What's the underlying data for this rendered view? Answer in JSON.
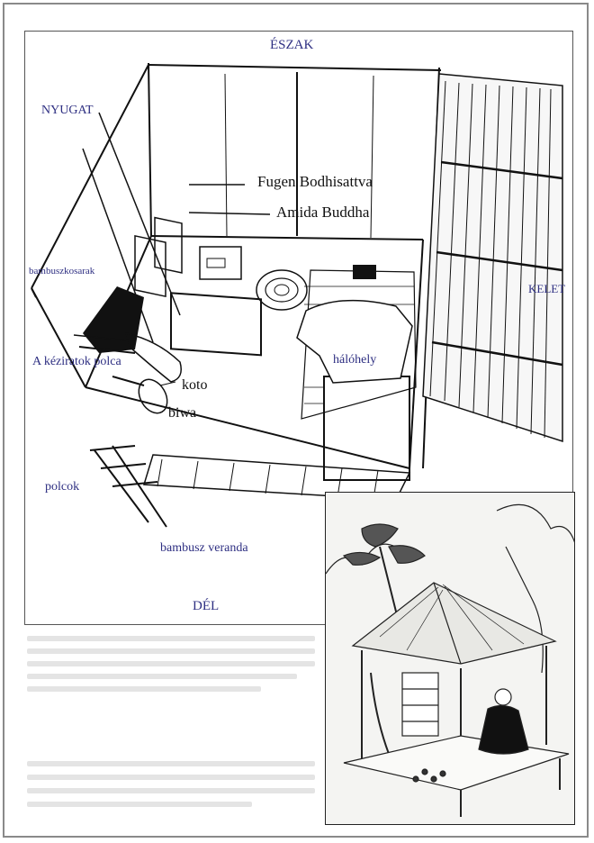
{
  "labels": {
    "north": "ÉSZAK",
    "west": "NYUGAT",
    "east": "KELET",
    "south": "DÉL",
    "fugen": "Fugen Bodhisattva",
    "amida": "Amida Buddha",
    "baskets": "bambuszkosarak",
    "manuscripts": "A kéziratok polca",
    "koto": "koto",
    "biwa": "biwa",
    "sleeping": "hálóhely",
    "shelves": "polcok",
    "veranda": "bambusz veranda"
  },
  "colors": {
    "label_blue": "#2e2f82",
    "ink": "#111111",
    "frame": "#555555"
  }
}
